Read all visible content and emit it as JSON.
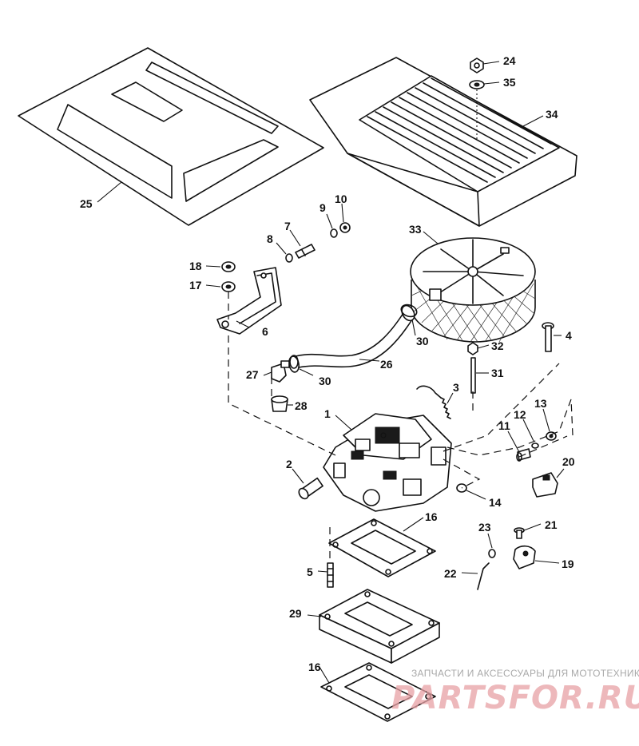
{
  "callouts": [
    {
      "id": "c1",
      "label": "1"
    },
    {
      "id": "c2",
      "label": "2"
    },
    {
      "id": "c3",
      "label": "3"
    },
    {
      "id": "c4",
      "label": "4"
    },
    {
      "id": "c5",
      "label": "5"
    },
    {
      "id": "c6",
      "label": "6"
    },
    {
      "id": "c7",
      "label": "7"
    },
    {
      "id": "c8",
      "label": "8"
    },
    {
      "id": "c9",
      "label": "9"
    },
    {
      "id": "c10",
      "label": "10"
    },
    {
      "id": "c11",
      "label": "11"
    },
    {
      "id": "c12",
      "label": "12"
    },
    {
      "id": "c13",
      "label": "13"
    },
    {
      "id": "c14",
      "label": "14"
    },
    {
      "id": "c16a",
      "label": "16"
    },
    {
      "id": "c16b",
      "label": "16"
    },
    {
      "id": "c17",
      "label": "17"
    },
    {
      "id": "c18",
      "label": "18"
    },
    {
      "id": "c19",
      "label": "19"
    },
    {
      "id": "c20",
      "label": "20"
    },
    {
      "id": "c21",
      "label": "21"
    },
    {
      "id": "c22",
      "label": "22"
    },
    {
      "id": "c23",
      "label": "23"
    },
    {
      "id": "c24",
      "label": "24"
    },
    {
      "id": "c25",
      "label": "25"
    },
    {
      "id": "c26",
      "label": "26"
    },
    {
      "id": "c27",
      "label": "27"
    },
    {
      "id": "c28",
      "label": "28"
    },
    {
      "id": "c29",
      "label": "29"
    },
    {
      "id": "c30a",
      "label": "30"
    },
    {
      "id": "c30b",
      "label": "30"
    },
    {
      "id": "c31",
      "label": "31"
    },
    {
      "id": "c32",
      "label": "32"
    },
    {
      "id": "c33",
      "label": "33"
    },
    {
      "id": "c34",
      "label": "34"
    },
    {
      "id": "c35",
      "label": "35"
    }
  ],
  "watermark": {
    "caption": "ЗАПЧАСТИ И АКСЕССУАРЫ ДЛЯ МОТОТЕХНИКИ",
    "logo": "PARTSFOR.RU"
  }
}
